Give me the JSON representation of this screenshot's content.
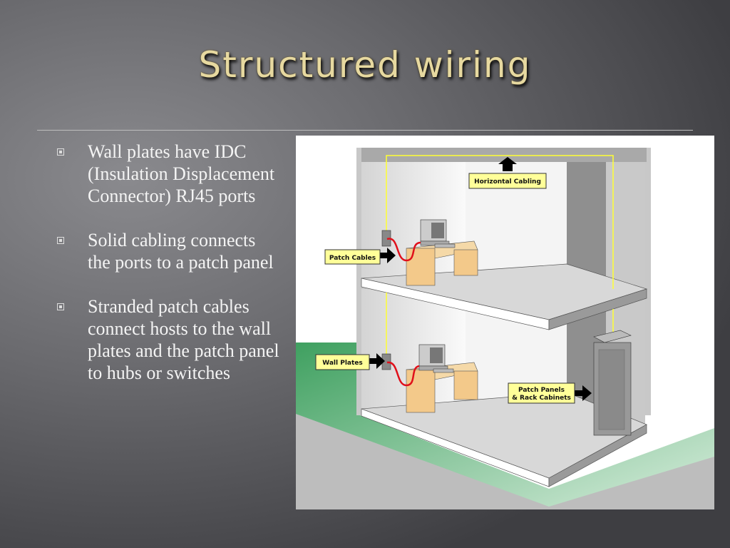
{
  "title": "Structured wiring",
  "bullets": [
    "Wall plates have IDC (Insulation Displacement Connector) RJ45 ports",
    "Solid cabling connects the ports to a patch panel",
    "Stranded patch cables connect hosts to the wall plates and the patch panel to hubs or switches"
  ],
  "figure": {
    "labels": {
      "horizontal_cabling": "Horizontal Cabling",
      "patch_cables": "Patch Cables",
      "wall_plates": "Wall Plates",
      "patch_panels_1": "Patch Panels",
      "patch_panels_2": "& Rack Cabinets"
    },
    "colors": {
      "cable": "#ffff33",
      "patch": "#e0101a",
      "ground": "#6fbf7e",
      "label_bg": "#ffff99"
    }
  }
}
